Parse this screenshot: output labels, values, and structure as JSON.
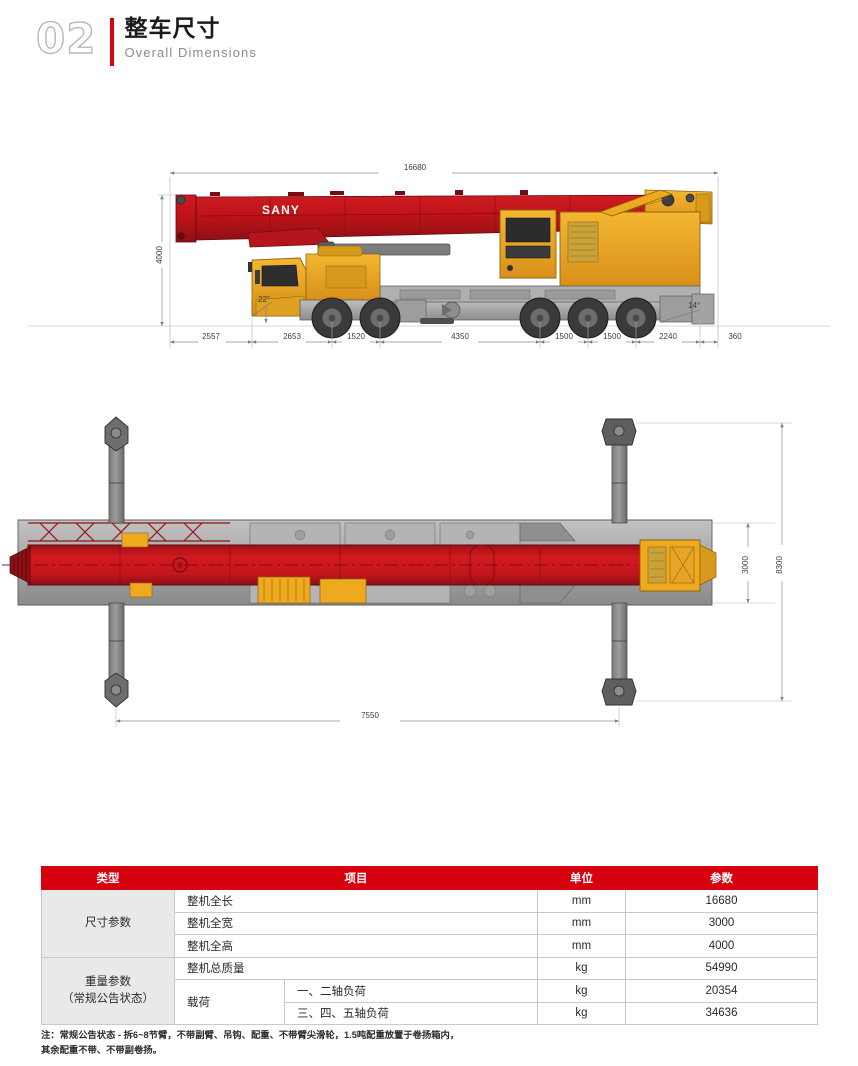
{
  "header": {
    "number": "02",
    "title": "整车尺寸",
    "subtitle": "Overall Dimensions",
    "accent_color": "#d6000f"
  },
  "side_view": {
    "name": "crane-side-view",
    "brand_logo": "SANY",
    "overall_length": "16680",
    "overall_height": "4000",
    "approach_angle": "22°",
    "departure_angle": "14°",
    "segments": [
      "2557",
      "2653",
      "1520",
      "4350",
      "1500",
      "1500",
      "2240",
      "360"
    ]
  },
  "top_view": {
    "name": "crane-top-view",
    "outrigger_span_width": "8300",
    "chassis_width": "3000",
    "outrigger_span_length": "7550"
  },
  "table": {
    "headers": [
      "类型",
      "项目",
      "单位",
      "参数"
    ],
    "groups": [
      {
        "category": "尺寸参数",
        "rows": [
          {
            "item": "整机全长",
            "sub": null,
            "unit": "mm",
            "value": "16680"
          },
          {
            "item": "整机全宽",
            "sub": null,
            "unit": "mm",
            "value": "3000"
          },
          {
            "item": "整机全高",
            "sub": null,
            "unit": "mm",
            "value": "4000"
          }
        ]
      },
      {
        "category": "重量参数\n（常规公告状态）",
        "category_line1": "重量参数",
        "category_line2": "（常规公告状态）",
        "rows": [
          {
            "item": "整机总质量",
            "sub": null,
            "unit": "kg",
            "value": "54990"
          },
          {
            "item": "载荷",
            "sub": "一、二轴负荷",
            "unit": "kg",
            "value": "20354"
          },
          {
            "item": null,
            "sub": "三、四、五轴负荷",
            "unit": "kg",
            "value": "34636"
          }
        ]
      }
    ]
  },
  "footnote": {
    "line1": "注：常规公告状态 - 拆6~8节臂，不带副臂、吊钩、配重、不带臂尖滑轮，1.5吨配重放置于卷扬箱内，",
    "line2": "其余配重不带、不带副卷扬。"
  },
  "colors": {
    "boom_red": "#c4161c",
    "boom_red_dark": "#8e1014",
    "body_yellow": "#efa91f",
    "body_yellow_dark": "#c9881a",
    "chassis_gray": "#a8a8a8",
    "chassis_dark": "#6e6e6e",
    "tire_dark": "#3a3a3a"
  }
}
